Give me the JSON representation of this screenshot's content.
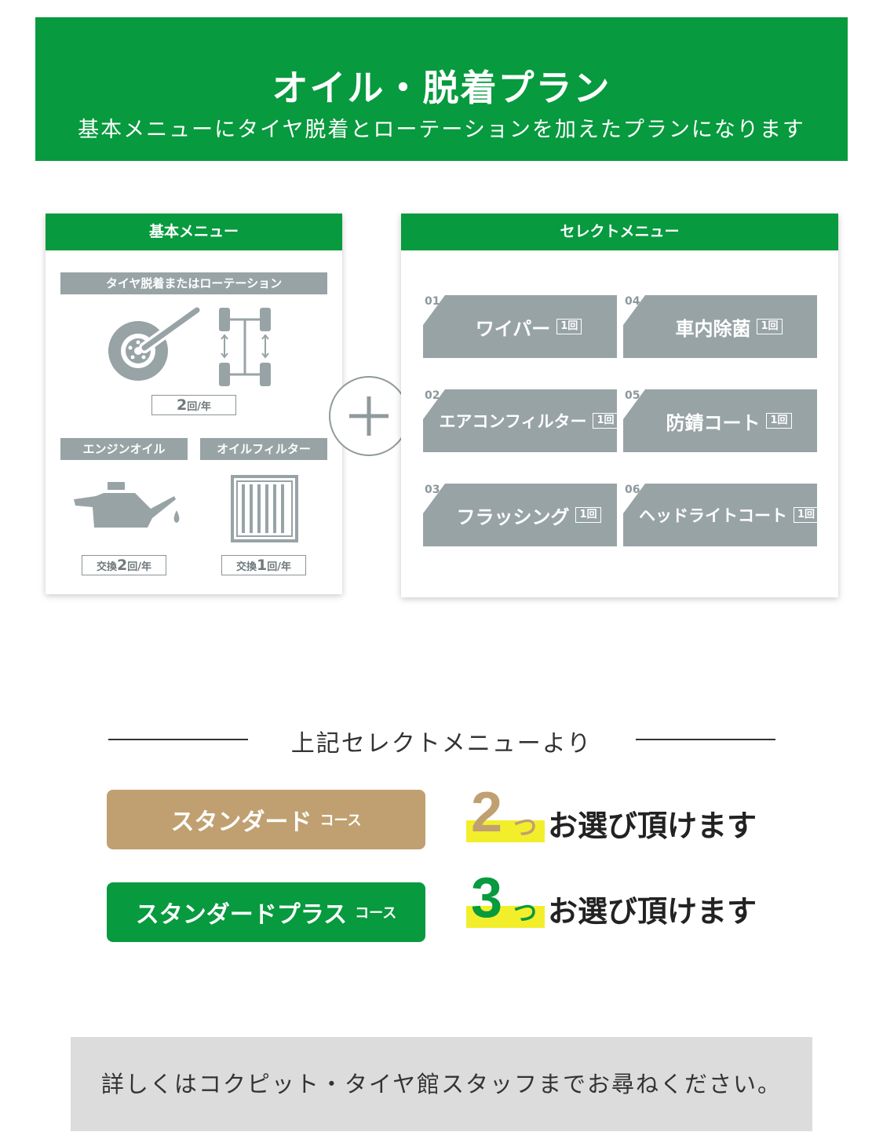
{
  "banner": {
    "title": "オイル・脱着プラン",
    "subtitle": "基本メニューにタイヤ脱着とローテーションを加えたプランになります"
  },
  "basic_menu": {
    "header": "基本メニュー",
    "tire_section": {
      "label": "タイヤ脱着またはローテーション",
      "count_num": "2",
      "count_unit": "回/年"
    },
    "engine_oil": {
      "label": "エンジンオイル",
      "prefix": "交換",
      "count_num": "2",
      "count_unit": "回/年"
    },
    "oil_filter": {
      "label": "オイルフィルター",
      "prefix": "交換",
      "count_num": "1",
      "count_unit": "回/年"
    }
  },
  "select_menu": {
    "header": "セレクトメニュー",
    "items": [
      {
        "num": "01",
        "label": "ワイパー",
        "badge": "1回"
      },
      {
        "num": "04",
        "label": "車内除菌",
        "badge": "1回"
      },
      {
        "num": "02",
        "label": "エアコンフィルター",
        "badge": "1回"
      },
      {
        "num": "05",
        "label": "防錆コート",
        "badge": "1回"
      },
      {
        "num": "03",
        "label": "フラッシング",
        "badge": "1回"
      },
      {
        "num": "06",
        "label": "ヘッドライトコート",
        "badge": "1回"
      }
    ]
  },
  "choose_caption": "上記セレクトメニューより",
  "courses": {
    "standard": {
      "name": "スタンダード",
      "suffix": "コース",
      "count": "2",
      "count_suffix": "つ",
      "text": "お選び頂けます",
      "color": "#c0a070"
    },
    "standard_plus": {
      "name": "スタンダードプラス",
      "suffix": "コース",
      "count": "3",
      "count_suffix": "つ",
      "text": "お選び頂けます",
      "color": "#079a3e"
    }
  },
  "footer": "詳しくはコクピット・タイヤ館スタッフまでお尋ねください。",
  "colors": {
    "brand_green": "#079a3e",
    "tile_gray": "#98a3a6",
    "highlight_yellow": "#f3ee2c",
    "gold": "#c0a070"
  }
}
